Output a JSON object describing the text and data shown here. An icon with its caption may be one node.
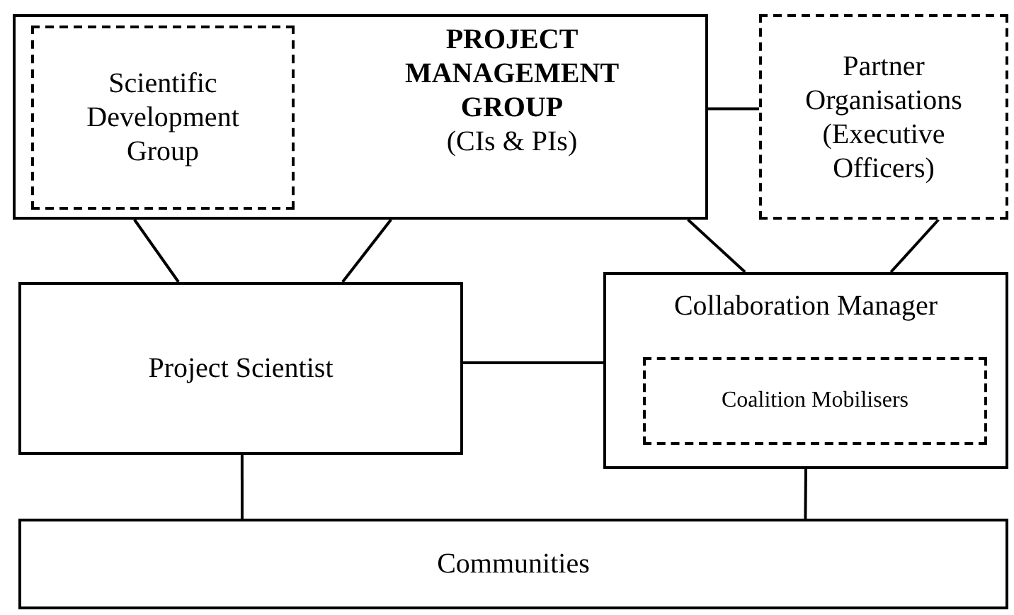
{
  "diagram": {
    "nodes": [
      {
        "text": [
          "PROJECT MANAGEMENT GROUP",
          "(CIs & PIs)"
        ]
      },
      {
        "text": [
          "Scientific Development Group"
        ],
        "in": 0
      },
      {
        "text": [
          "Partner Organisations (Executive Officers)"
        ]
      },
      {
        "text": [
          "Project Scientist"
        ]
      },
      {
        "text": [
          "Collaboration Manager"
        ]
      },
      {
        "text": [
          "Coalition Mobilisers"
        ],
        "in": 4
      },
      {
        "text": [
          "Communities"
        ]
      }
    ],
    "edges": [
      {
        "from": 0,
        "to": 3,
        "arrow": "none"
      },
      {
        "from": 0,
        "to": 3,
        "arrow": "none"
      },
      {
        "from": 0,
        "to": 2,
        "arrow": "none"
      },
      {
        "from": 0,
        "to": 4,
        "arrow": "none"
      },
      {
        "from": 2,
        "to": 4,
        "arrow": "none"
      },
      {
        "from": 3,
        "to": 4,
        "arrow": "none"
      },
      {
        "from": 3,
        "to": 6,
        "arrow": "none"
      },
      {
        "from": 4,
        "to": 6,
        "arrow": "none"
      }
    ]
  }
}
